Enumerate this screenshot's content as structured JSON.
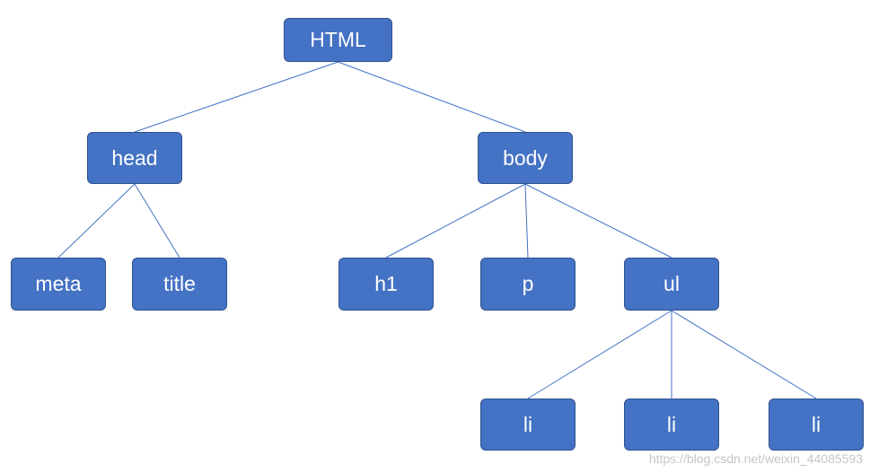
{
  "diagram": {
    "colors": {
      "node_fill": "#4472c4",
      "node_border": "#2f528f",
      "node_text": "#ffffff",
      "edge": "#4472c4"
    },
    "nodes": {
      "html": "HTML",
      "head": "head",
      "body": "body",
      "meta": "meta",
      "title": "title",
      "h1": "h1",
      "p": "p",
      "ul": "ul",
      "li1": "li",
      "li2": "li",
      "li3": "li"
    },
    "edges": [
      [
        "html",
        "head"
      ],
      [
        "html",
        "body"
      ],
      [
        "head",
        "meta"
      ],
      [
        "head",
        "title"
      ],
      [
        "body",
        "h1"
      ],
      [
        "body",
        "p"
      ],
      [
        "body",
        "ul"
      ],
      [
        "ul",
        "li1"
      ],
      [
        "ul",
        "li2"
      ],
      [
        "ul",
        "li3"
      ]
    ]
  },
  "watermark": "https://blog.csdn.net/weixin_44085593"
}
